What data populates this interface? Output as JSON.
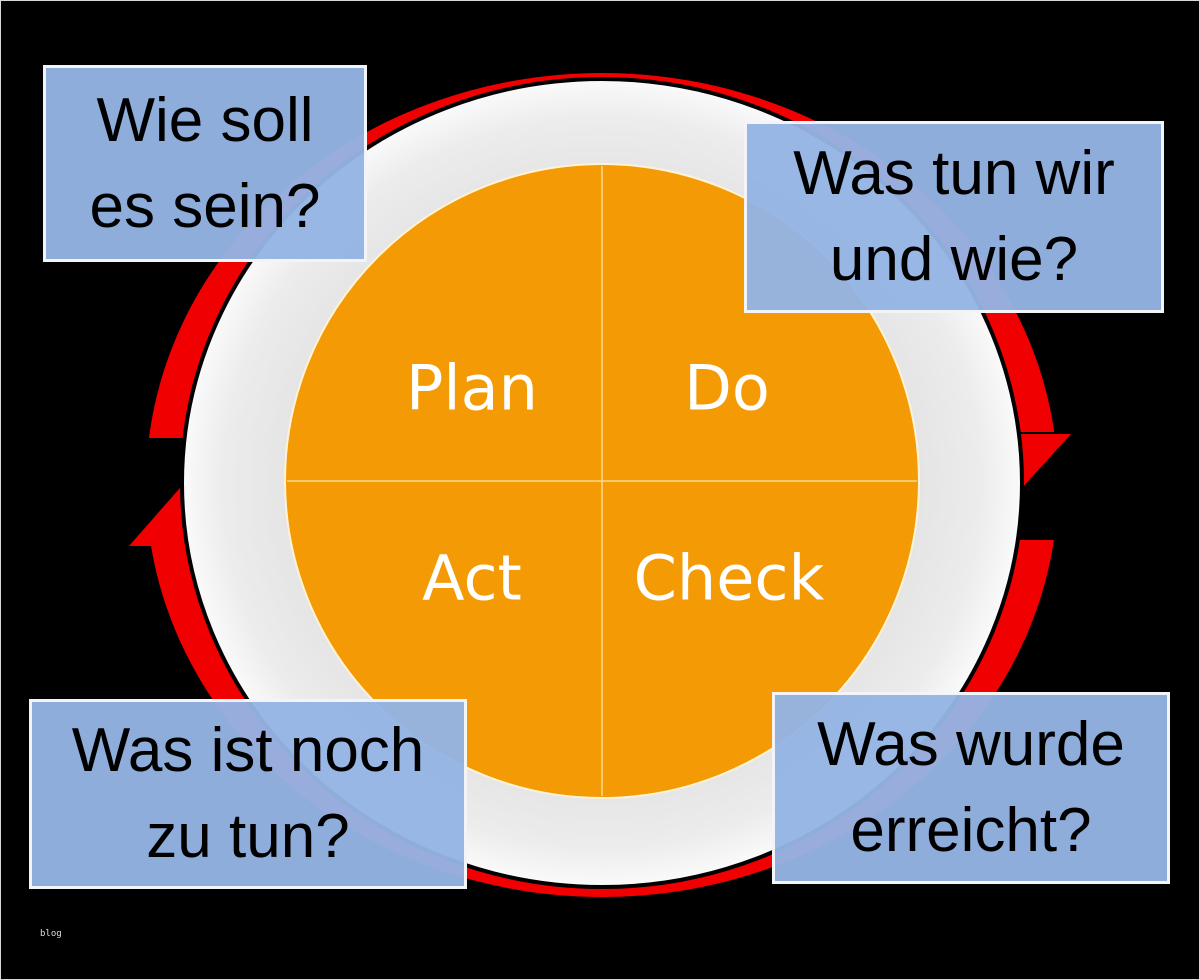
{
  "diagram": {
    "title": "PDCA cycle",
    "phases": {
      "plan": "Plan",
      "do": "Do",
      "check": "Check",
      "act": "Act"
    },
    "questions": {
      "plan": [
        "Wie soll",
        "es sein?"
      ],
      "do": [
        "Was tun wir",
        "und wie?"
      ],
      "check": [
        "Was wurde",
        "erreicht?"
      ],
      "act": [
        "Was ist noch",
        "zu tun?"
      ]
    },
    "arrows": [
      {
        "name": "arrow-do-to-check",
        "direction": "down"
      },
      {
        "name": "arrow-act-to-plan",
        "direction": "up"
      }
    ],
    "colors": {
      "background": "#000000",
      "circle": "#f39a05",
      "ring": "#f00000",
      "disc": "#e6e6e6",
      "box": "#94b4e4",
      "box_border": "#f2f4f8",
      "phase_text": "#ffffff",
      "question_text": "#000000"
    }
  },
  "watermark": "blog"
}
